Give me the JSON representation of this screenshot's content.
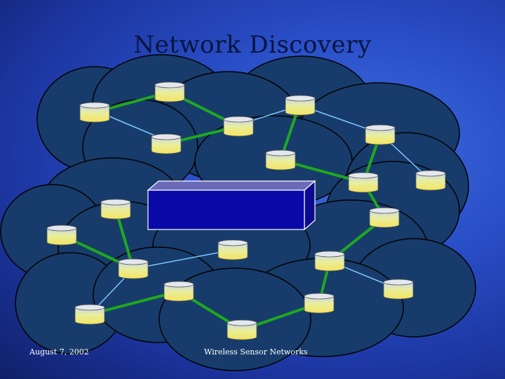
{
  "slide": {
    "title": "Network Discovery",
    "footer_date": "August 7, 2002",
    "footer_topic": "Wireless Sensor Networks"
  },
  "colors": {
    "background": "#2a4fc8",
    "range_fill": "#173c6b",
    "range_stroke": "#000000",
    "tree_edge": "#1fa81f",
    "link_edge": "#7fc6ff",
    "node_top": "#e8e8e8",
    "node_body": "#f2e878",
    "box_front": "#0a0aa8"
  }
}
